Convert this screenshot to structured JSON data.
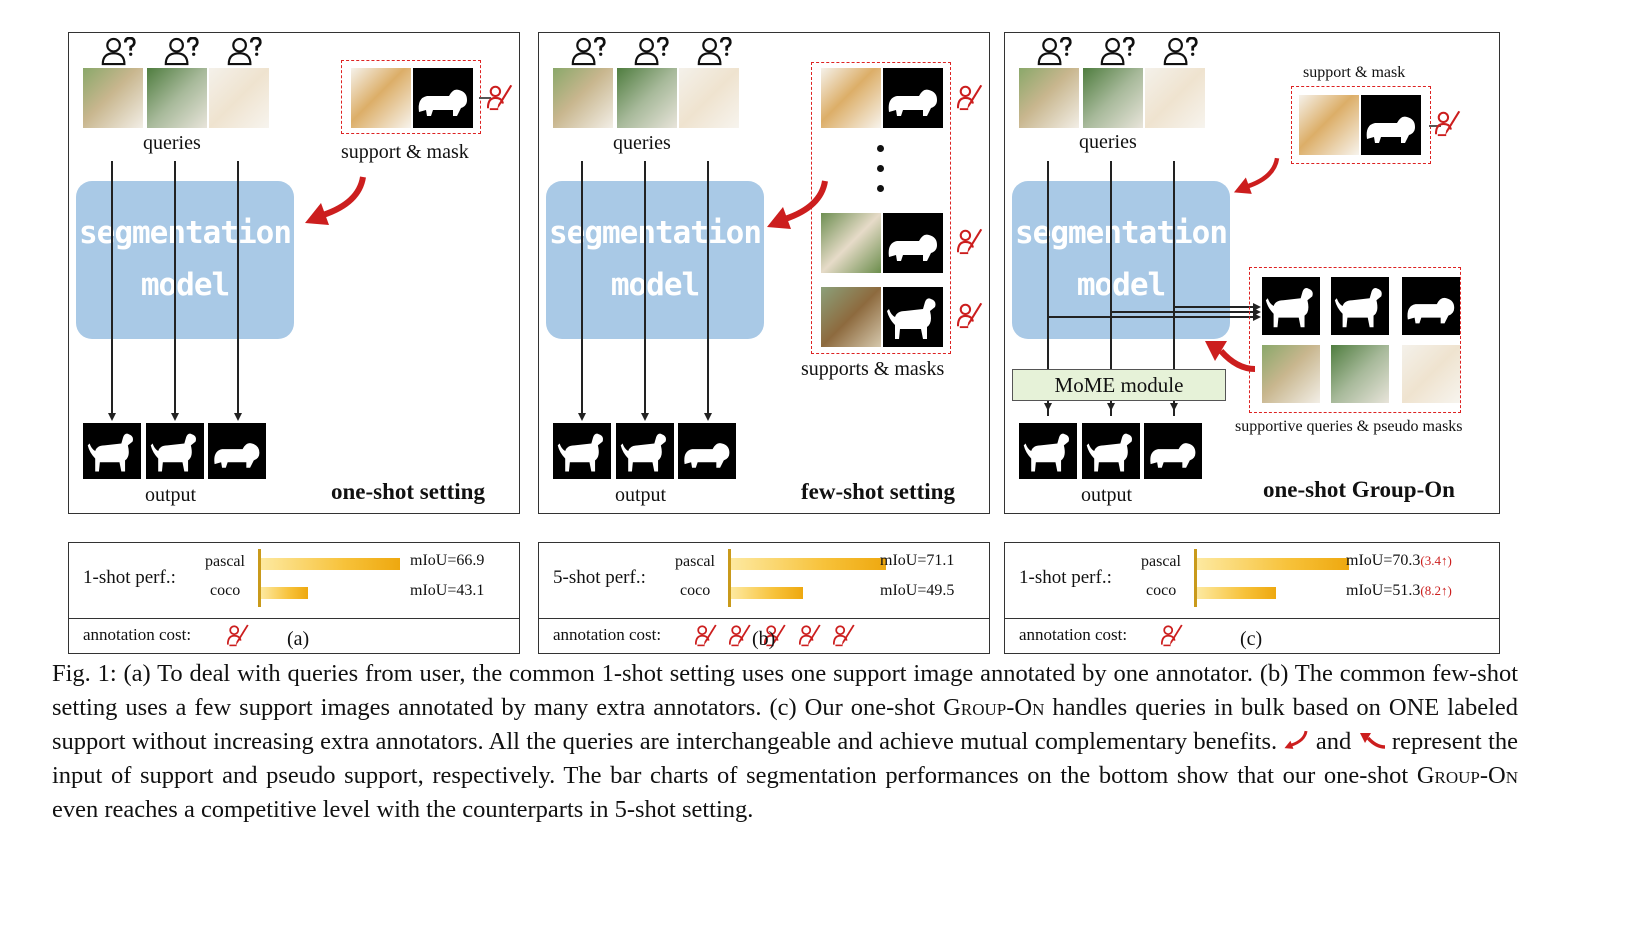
{
  "panels": {
    "a": {
      "queries_label": "queries",
      "support_label": "support & mask",
      "model_line1": "segmentation",
      "model_line2": "model",
      "output_label": "output",
      "setting_label": "one-shot setting",
      "perf_label": "1-shot perf.:",
      "pascal_label": "pascal",
      "coco_label": "coco",
      "pascal_value": "mIoU=66.9",
      "coco_value": "mIoU=43.1",
      "cost_label": "annotation cost:",
      "sublabel": "(a)"
    },
    "b": {
      "queries_label": "queries",
      "supports_label": "supports & masks",
      "model_line1": "segmentation",
      "model_line2": "model",
      "output_label": "output",
      "setting_label": "few-shot setting",
      "perf_label": "5-shot perf.:",
      "pascal_label": "pascal",
      "coco_label": "coco",
      "pascal_value": "mIoU=71.1",
      "coco_value": "mIoU=49.5",
      "cost_label": "annotation cost:",
      "sublabel": "(b)"
    },
    "c": {
      "queries_label": "queries",
      "support_label": "support & mask",
      "model_line1": "segmentation",
      "model_line2": "model",
      "mome_label": "MoME module",
      "supportive_label": "supportive queries & pseudo masks",
      "output_label": "output",
      "setting_label": "one-shot Group-On",
      "perf_label": "1-shot perf.:",
      "pascal_label": "pascal",
      "coco_label": "coco",
      "pascal_value": "mIoU=70.3",
      "pascal_gain": "(3.4↑)",
      "coco_value": "mIoU=51.3",
      "coco_gain": "(8.2↑)",
      "cost_label": "annotation cost:",
      "sublabel": "(c)"
    }
  },
  "chart_data": [
    {
      "type": "bar",
      "categories": [
        "pascal",
        "coco"
      ],
      "values": [
        66.9,
        43.1
      ],
      "title": "1-shot perf.:"
    },
    {
      "type": "bar",
      "categories": [
        "pascal",
        "coco"
      ],
      "values": [
        71.1,
        49.5
      ],
      "title": "5-shot perf.:"
    },
    {
      "type": "bar",
      "categories": [
        "pascal",
        "coco"
      ],
      "values": [
        70.3,
        51.3
      ],
      "title": "1-shot perf.:"
    }
  ],
  "caption": {
    "p1": "Fig. 1: (a) To deal with queries from user, the common 1-shot setting uses one support image annotated by one annotator. (b) The common few-shot setting uses a few support images annotated by many extra annotators. (c) Our one-shot ",
    "groupon1": "Group-On",
    "p2": " handles queries in bulk based on ONE labeled support without increasing extra annotators. All the queries are interchangeable and achieve mutual complementary benefits. ",
    "and_word": " and ",
    "p3": " represent the input of support and pseudo support, respectively. The bar charts of segmentation performances on the bottom show that our one-shot ",
    "groupon2": "Group-On",
    "p4": " even reaches a competitive level with the counterparts in 5-shot setting."
  },
  "colors": {
    "accent_red": "#cc1e1e",
    "model_blue": "#a9c9e6",
    "bar_gold": "#f7c23a",
    "mome_green": "#e6f2d8"
  },
  "icons": {
    "user_query": "user-question-icon",
    "annotator": "pen-annotator-icon",
    "support_arrow": "red-curved-arrow-icon"
  }
}
